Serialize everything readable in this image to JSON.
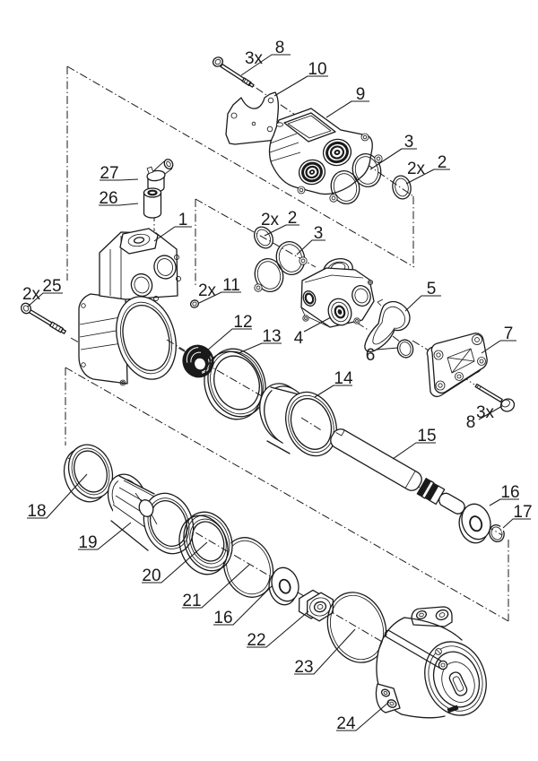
{
  "diagram": {
    "type": "exploded-parts-diagram"
  },
  "colors": {
    "background": "#ffffff",
    "line": "#1a1a1a"
  },
  "callouts": {
    "c8_top": {
      "qty": "3x",
      "num": "8"
    },
    "c10": {
      "num": "10"
    },
    "c9": {
      "num": "9"
    },
    "c3_top": {
      "num": "3"
    },
    "c2_top": {
      "qty": "2x",
      "num": "2"
    },
    "c27": {
      "num": "27"
    },
    "c26": {
      "num": "26"
    },
    "c1": {
      "num": "1"
    },
    "c2_mid": {
      "qty": "2x",
      "num": "2"
    },
    "c3_mid": {
      "num": "3"
    },
    "c25": {
      "qty": "2x",
      "num": "25"
    },
    "c11": {
      "qty": "2x",
      "num": "11"
    },
    "c12": {
      "num": "12"
    },
    "c13": {
      "num": "13"
    },
    "c4": {
      "num": "4"
    },
    "c5": {
      "num": "5"
    },
    "c6": {
      "num": "6"
    },
    "c7": {
      "num": "7"
    },
    "c8_right": {
      "qty": "3x",
      "num": "8"
    },
    "c14": {
      "num": "14"
    },
    "c15": {
      "num": "15"
    },
    "c16_right": {
      "num": "16"
    },
    "c17": {
      "num": "17"
    },
    "c18": {
      "num": "18"
    },
    "c19": {
      "num": "19"
    },
    "c20": {
      "num": "20"
    },
    "c21": {
      "num": "21"
    },
    "c16_left": {
      "num": "16"
    },
    "c22": {
      "num": "22"
    },
    "c23": {
      "num": "23"
    },
    "c24": {
      "num": "24"
    }
  },
  "part_numbers_visible": [
    "1",
    "2",
    "3",
    "4",
    "5",
    "6",
    "7",
    "8",
    "9",
    "10",
    "11",
    "12",
    "13",
    "14",
    "15",
    "16",
    "17",
    "18",
    "19",
    "20",
    "21",
    "22",
    "23",
    "24",
    "25",
    "26",
    "27"
  ]
}
